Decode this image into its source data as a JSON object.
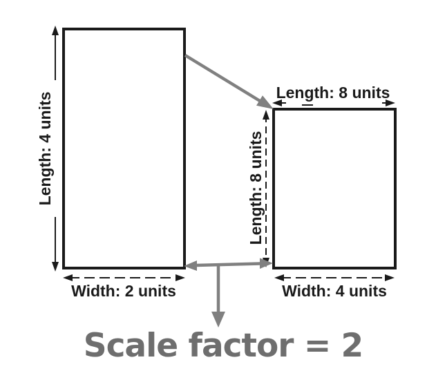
{
  "small_rectangle": {
    "length_label": "Length: 4 units",
    "width_label": "Width: 2 units"
  },
  "large_rectangle": {
    "top_length_label": "Length: 8 units",
    "side_length_label": "Length: 8 units",
    "width_label": "Width: 4 units"
  },
  "scale_factor_label": "Scale factor = 2",
  "colors": {
    "ink": "#1a1a1a",
    "gray": "#808080",
    "scale-text": "#6e6e6e",
    "background": "#ffffff"
  }
}
